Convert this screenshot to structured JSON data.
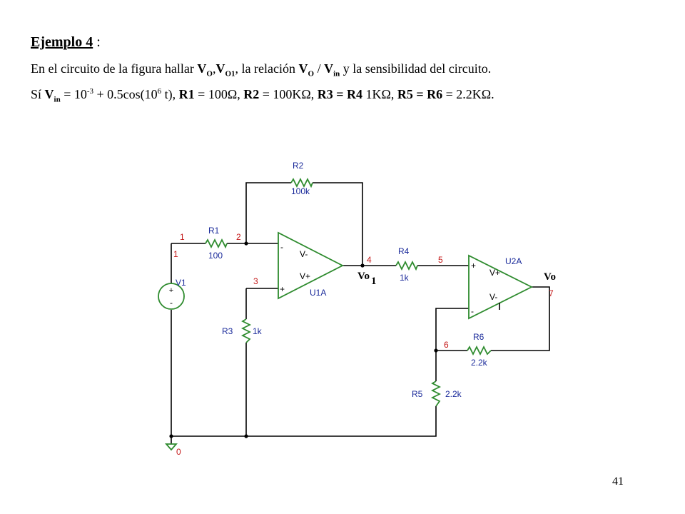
{
  "heading": {
    "title": "Ejemplo 4",
    "colon": ":"
  },
  "problem": {
    "l1_a": "En el circuito de la  figura hallar ",
    "l1_vo": "V",
    "l1_vo_sub": "O",
    "l1_comma": ",",
    "l1_vo1": "V",
    "l1_vo1_sub": "O1",
    "l1_b": ",  la relación ",
    "l1_ratio_v": "V",
    "l1_ratio_sub": "O",
    "l1_slash": " / ",
    "l1_vin": "V",
    "l1_vin_sub": "in",
    "l1_c": "  y la sensibilidad del circuito.",
    "l2_a": "Sí ",
    "l2_vin": "V",
    "l2_vin_sub": "in",
    "l2_b": " = 10",
    "l2_exp1": "-3",
    "l2_c": "  + 0.5cos(10",
    "l2_exp2": "6",
    "l2_d": " t), ",
    "l2_r1": "R1",
    "l2_e": " = 100Ω, ",
    "l2_r2": "R2",
    "l2_f": " = 100KΩ, ",
    "l2_r34": "R3 = R4",
    "l2_g": " 1KΩ, ",
    "l2_r56": "R5 = R6",
    "l2_h": " = 2.2KΩ."
  },
  "circuit": {
    "components": {
      "r1": {
        "name": "R1",
        "value": "100"
      },
      "r2": {
        "name": "R2",
        "value": "100k"
      },
      "r3": {
        "name": "R3",
        "value": "1k"
      },
      "r4": {
        "name": "R4",
        "value": "1k"
      },
      "r5": {
        "name": "R5",
        "value": "2.2k"
      },
      "r6": {
        "name": "R6",
        "value": "2.2k"
      },
      "v1": {
        "name": "V1",
        "plus": "+",
        "minus": "-"
      },
      "u1": {
        "name": "U1A",
        "vminus": "V-",
        "vplus": "V+",
        "in_minus": "-",
        "in_plus": "+"
      },
      "u2": {
        "name": "U2A",
        "vplus": "V+",
        "vminus": "V-",
        "in_plus": "+",
        "in_minus": "-"
      }
    },
    "nodes": {
      "n1a": "1",
      "n1b": "1",
      "n2": "2",
      "n3": "3",
      "n4": "4",
      "n5": "5",
      "n6": "6",
      "n7": "7",
      "gnd": "0"
    },
    "outputs": {
      "vo1": "Vo",
      "vo1_sub": "1",
      "vo": "Vo"
    }
  },
  "page_number": "41",
  "colors": {
    "device": "#2e8b2e",
    "component_label": "#1a2a9a",
    "node_label": "#c41818"
  }
}
